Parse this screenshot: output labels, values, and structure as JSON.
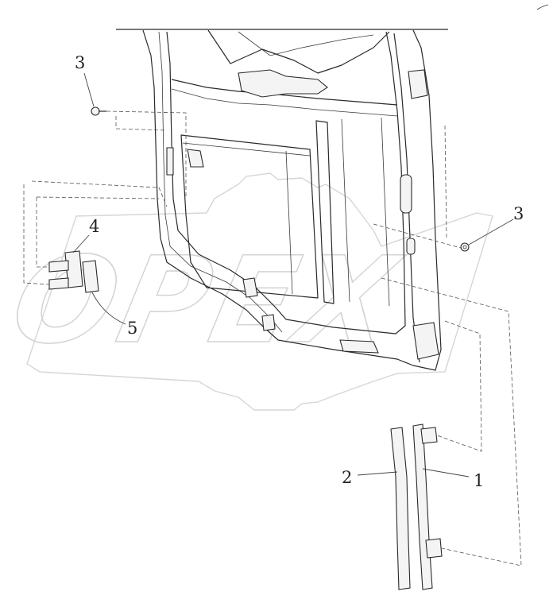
{
  "watermark": {
    "text": "OPEX"
  },
  "callouts": [
    {
      "id": "callout-3-top",
      "label": "3"
    },
    {
      "id": "callout-4",
      "label": "4"
    },
    {
      "id": "callout-5",
      "label": "5"
    },
    {
      "id": "callout-3-right",
      "label": "3"
    },
    {
      "id": "callout-2",
      "label": "2"
    },
    {
      "id": "callout-1",
      "label": "1"
    }
  ]
}
